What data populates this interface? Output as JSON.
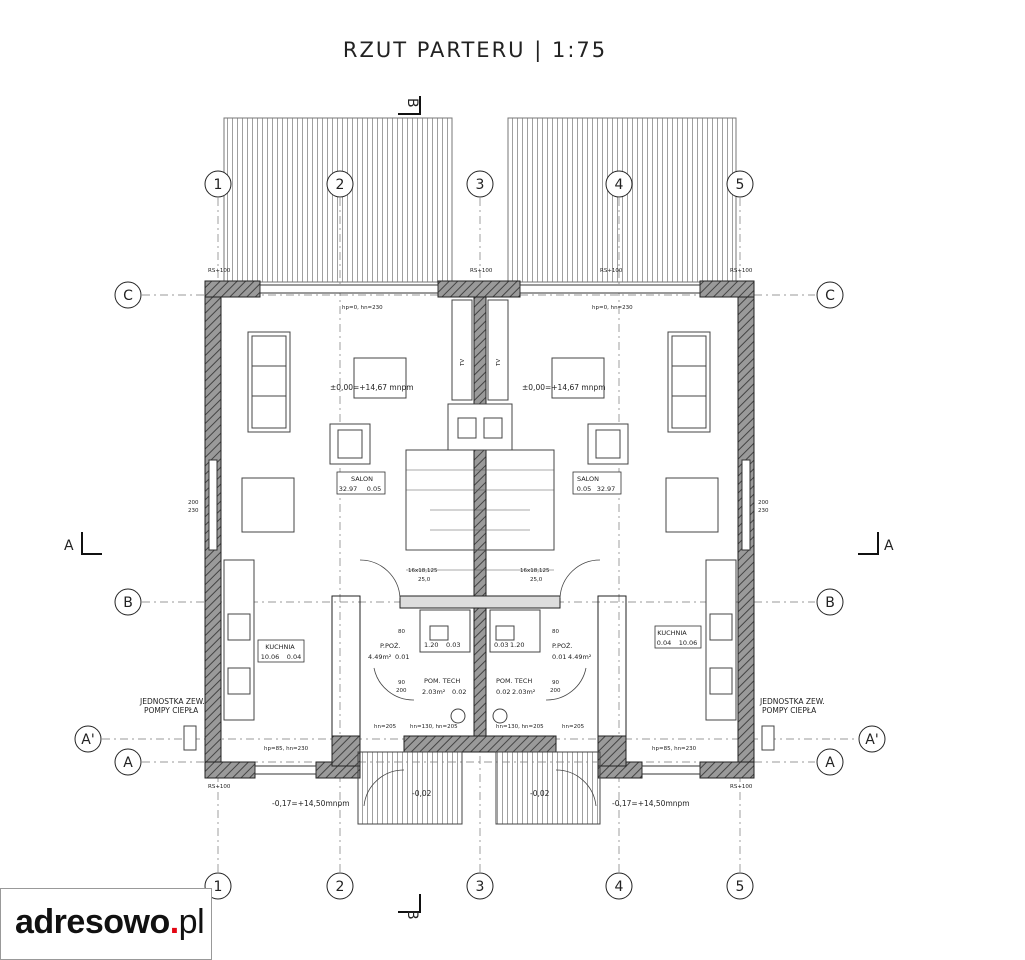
{
  "title": "RZUT PARTERU | 1:75",
  "logo": {
    "brand": "adresowo",
    "dot": ".",
    "tld": "pl"
  },
  "grid_columns": [
    "1",
    "2",
    "3",
    "4",
    "5"
  ],
  "grid_rows": {
    "c": "C",
    "b": "B",
    "a": "A",
    "a_prime": "A'"
  },
  "section_marks": {
    "horizontal": "A",
    "vertical": "B"
  },
  "rooms": {
    "salon_label": "SALON",
    "salon_area": "32.97",
    "salon_code": "0.05",
    "kuchnia_label": "KUCHNIA",
    "kuchnia_area": "10.06",
    "kuchnia_code": "0.04",
    "pp_label": "P.POŻ.",
    "pp_area": "4.49m²",
    "pp_code": "0.01",
    "pomtech_label": "POM. TECH",
    "pomtech_area": "2.03m²",
    "pomtech_code": "0.02",
    "bath_area": "1.20",
    "bath_code": "0.03"
  },
  "levels": {
    "ground": "±0,00=+14,67 mnpm",
    "outside": "-0,17=+14,50mnpm",
    "entry": "-0,02"
  },
  "notes": {
    "heat_pump_line1": "JEDNOSTKA ZEW.",
    "heat_pump_line2": "POMPY CIEPŁA",
    "stairs": "16x18,125",
    "stairs_width": "25,0",
    "tv": "TV",
    "rs": "RS+100",
    "win_top": "hp=0, hn=230",
    "win_top_r": "hp=0, hn=230",
    "win_bottom": "hp=85, hn=230",
    "win_side_a": "200",
    "win_side_b": "230",
    "door_205": "hn=205",
    "door_130": "hn=130, hn=205",
    "door_80": "80",
    "door_200": "200",
    "door_90": "90"
  }
}
